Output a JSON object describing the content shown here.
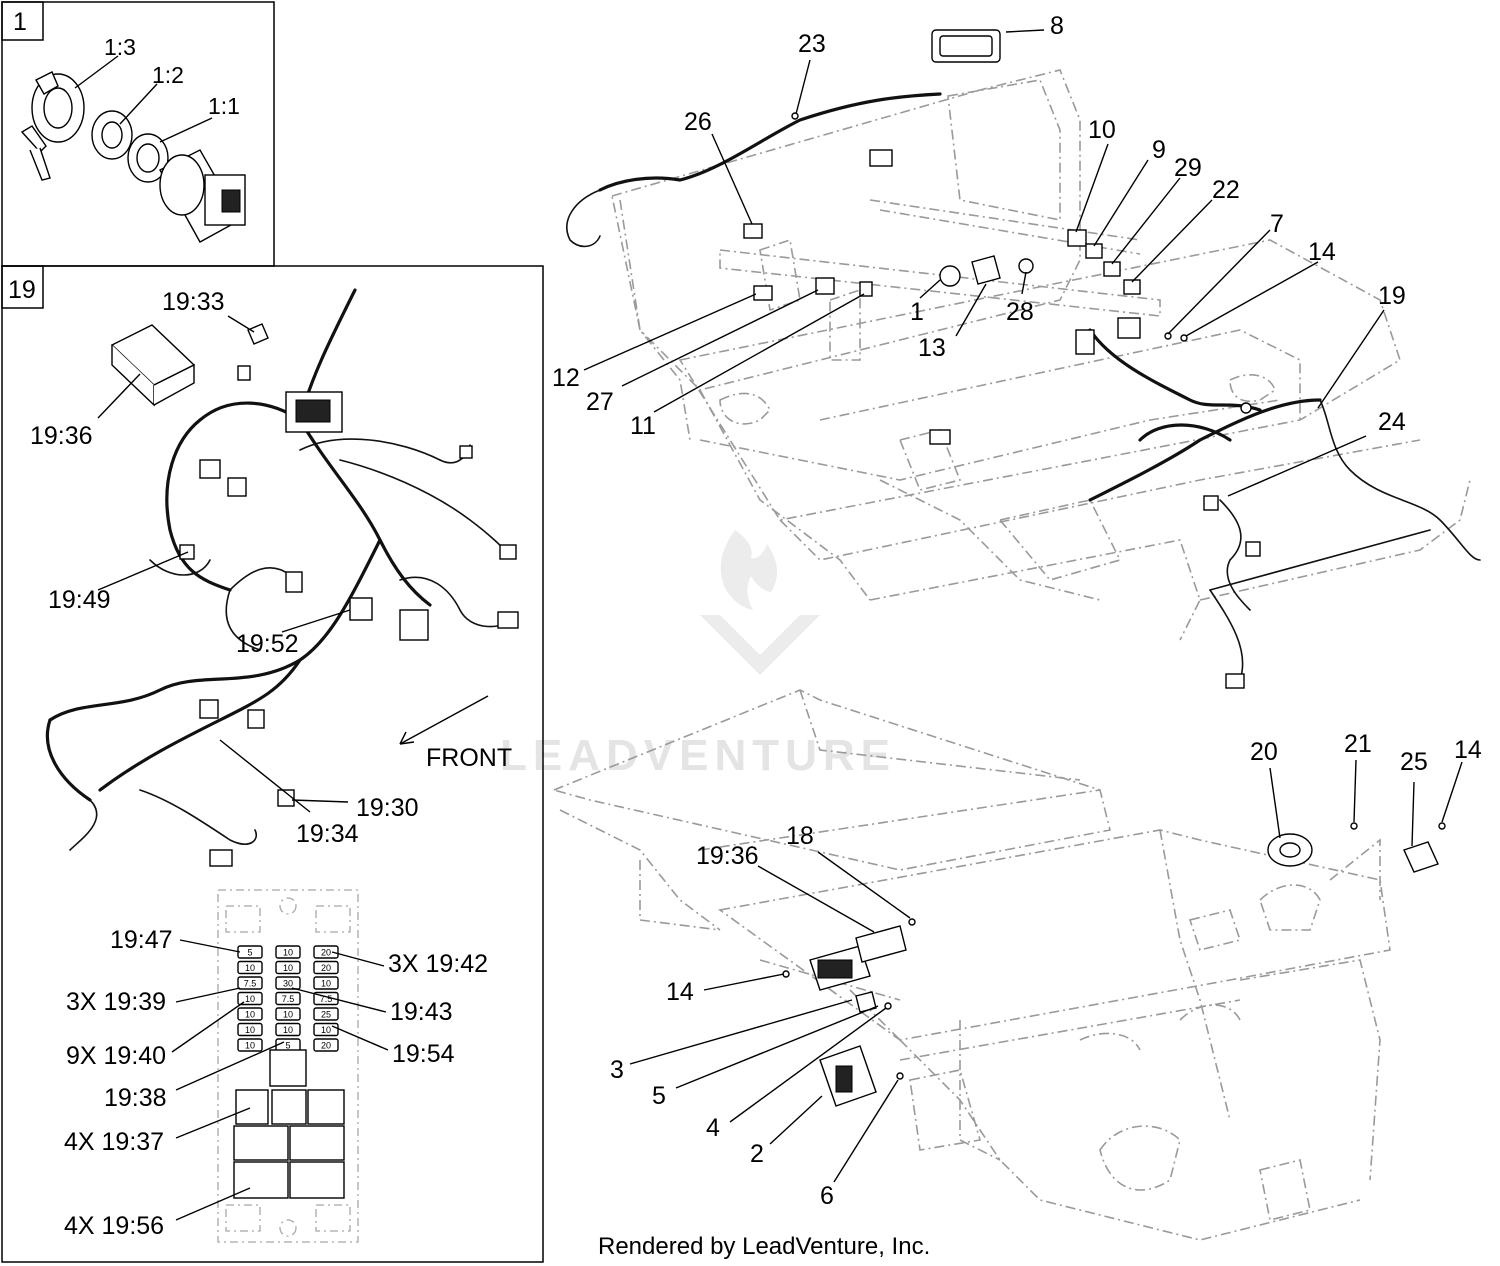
{
  "boxes": {
    "box1_tag": "1",
    "box19_tag": "19"
  },
  "front_label": "FRONT",
  "watermark": "LEADVENTURE",
  "credit": "Rendered by LeadVenture, Inc.",
  "box1_callouts": [
    {
      "id": "c-1-3",
      "text": "1:3"
    },
    {
      "id": "c-1-2",
      "text": "1:2"
    },
    {
      "id": "c-1-1",
      "text": "1:1"
    }
  ],
  "box19_callouts": [
    {
      "id": "c-19-33",
      "text": "19:33"
    },
    {
      "id": "c-19-36",
      "text": "19:36"
    },
    {
      "id": "c-19-49",
      "text": "19:49"
    },
    {
      "id": "c-19-52",
      "text": "19:52"
    },
    {
      "id": "c-19-30",
      "text": "19:30"
    },
    {
      "id": "c-19-34",
      "text": "19:34"
    }
  ],
  "fuse_callouts": [
    {
      "id": "f-19-47",
      "text": "19:47"
    },
    {
      "id": "f-3x-19-39",
      "text": "3X 19:39"
    },
    {
      "id": "f-9x-19-40",
      "text": "9X 19:40"
    },
    {
      "id": "f-19-38",
      "text": "19:38"
    },
    {
      "id": "f-4x-19-37",
      "text": "4X 19:37"
    },
    {
      "id": "f-4x-19-56",
      "text": "4X 19:56"
    },
    {
      "id": "f-3x-19-42",
      "text": "3X 19:42"
    },
    {
      "id": "f-19-43",
      "text": "19:43"
    },
    {
      "id": "f-19-54",
      "text": "19:54"
    }
  ],
  "fuse_values": {
    "left": [
      "5",
      "10",
      "7.5",
      "10",
      "10",
      "10",
      "10"
    ],
    "mid": [
      "10",
      "10",
      "30",
      "7.5",
      "10",
      "10",
      "5"
    ],
    "right": [
      "20",
      "20",
      "10",
      "7.5",
      "25",
      "10",
      "20"
    ]
  },
  "main_callouts": [
    {
      "id": "m-8",
      "text": "8"
    },
    {
      "id": "m-23",
      "text": "23"
    },
    {
      "id": "m-26",
      "text": "26"
    },
    {
      "id": "m-10",
      "text": "10"
    },
    {
      "id": "m-9",
      "text": "9"
    },
    {
      "id": "m-29",
      "text": "29"
    },
    {
      "id": "m-22",
      "text": "22"
    },
    {
      "id": "m-7",
      "text": "7"
    },
    {
      "id": "m-14a",
      "text": "14"
    },
    {
      "id": "m-19",
      "text": "19"
    },
    {
      "id": "m-1",
      "text": "1"
    },
    {
      "id": "m-28",
      "text": "28"
    },
    {
      "id": "m-13",
      "text": "13"
    },
    {
      "id": "m-12",
      "text": "12"
    },
    {
      "id": "m-27",
      "text": "27"
    },
    {
      "id": "m-11",
      "text": "11"
    },
    {
      "id": "m-24",
      "text": "24"
    },
    {
      "id": "m-20",
      "text": "20"
    },
    {
      "id": "m-21",
      "text": "21"
    },
    {
      "id": "m-25",
      "text": "25"
    },
    {
      "id": "m-14b",
      "text": "14"
    },
    {
      "id": "m-18",
      "text": "18"
    },
    {
      "id": "m-19-36",
      "text": "19:36"
    },
    {
      "id": "m-14c",
      "text": "14"
    },
    {
      "id": "m-3",
      "text": "3"
    },
    {
      "id": "m-5",
      "text": "5"
    },
    {
      "id": "m-4",
      "text": "4"
    },
    {
      "id": "m-2",
      "text": "2"
    },
    {
      "id": "m-6",
      "text": "6"
    }
  ]
}
